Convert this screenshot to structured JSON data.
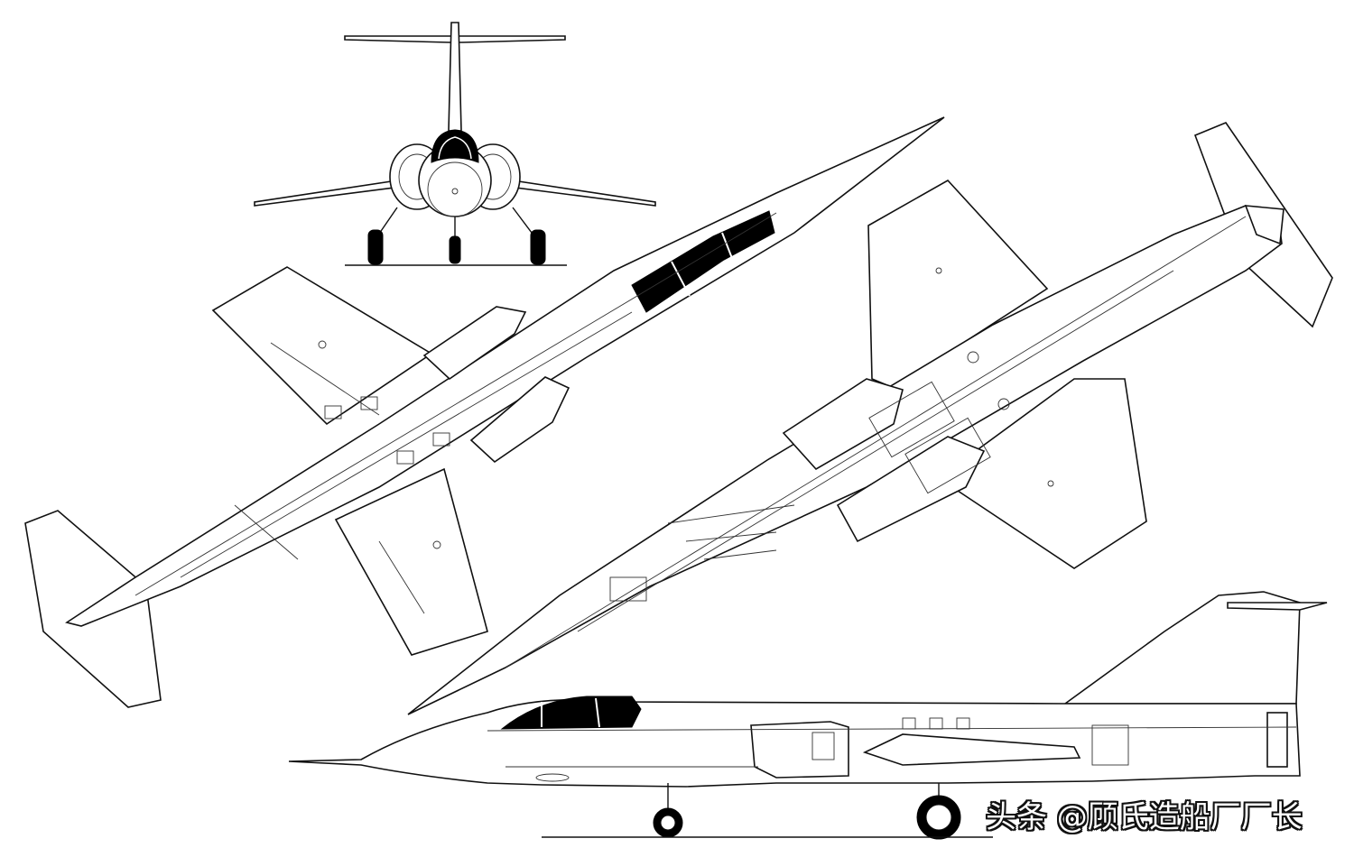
{
  "watermark": {
    "text": "头条 @顾氏造船厂厂长"
  },
  "views": [
    "front-view",
    "top-view",
    "bottom-view",
    "side-view"
  ],
  "colors": {
    "line": "#111111",
    "background": "#ffffff",
    "glazing": "#000000"
  }
}
